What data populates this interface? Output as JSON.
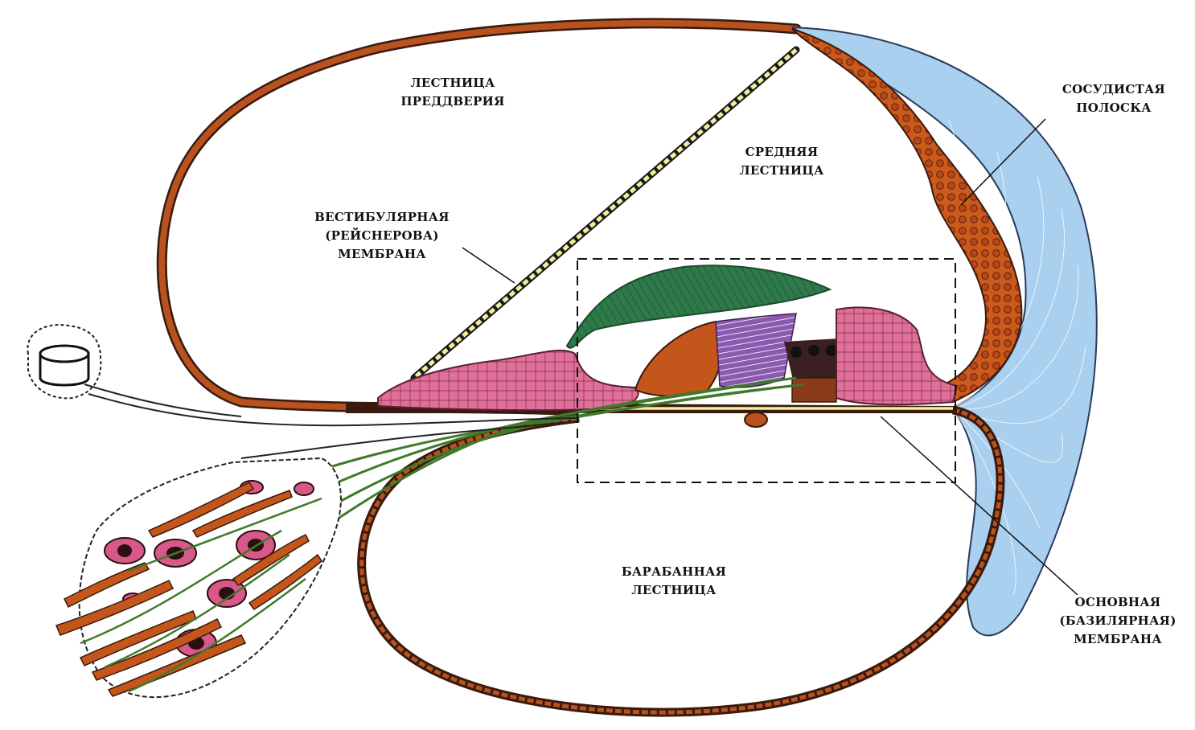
{
  "labels": {
    "scala_vestibuli": [
      "ЛЕСТНИЦА",
      "ПРЕДДВЕРИЯ"
    ],
    "scala_media": [
      "СРЕДНЯЯ",
      "ЛЕСТНИЦА"
    ],
    "reissner_membrane": [
      "ВЕСТИБУЛЯРНАЯ",
      "(РЕЙСНЕРОВА)",
      "МЕМБРАНА"
    ],
    "stria_vascularis": [
      "СОСУДИСТАЯ",
      "ПОЛОСКА"
    ],
    "scala_tympani": [
      "БАРАБАННАЯ",
      "ЛЕСТНИЦА"
    ],
    "basilar_membrane": [
      "ОСНОВНАЯ",
      "(БАЗИЛЯРНАЯ)",
      "МЕМБРАНА"
    ]
  },
  "colors": {
    "wall": "#b8531f",
    "wall_outline": "#3a1a0e",
    "stria": "#cc5a1a",
    "ligament": "#a9d0ee",
    "limbus": "#e0709a",
    "tectorial": "#2f7a4a",
    "organ_purple": "#7a4aa0",
    "hair_cells": "#3a2020",
    "membrane_yellow": "#f2ef9a",
    "nerve": "#3f7a2a",
    "ganglion_pink": "#d9588a",
    "ganglion_orange": "#c4561c"
  }
}
